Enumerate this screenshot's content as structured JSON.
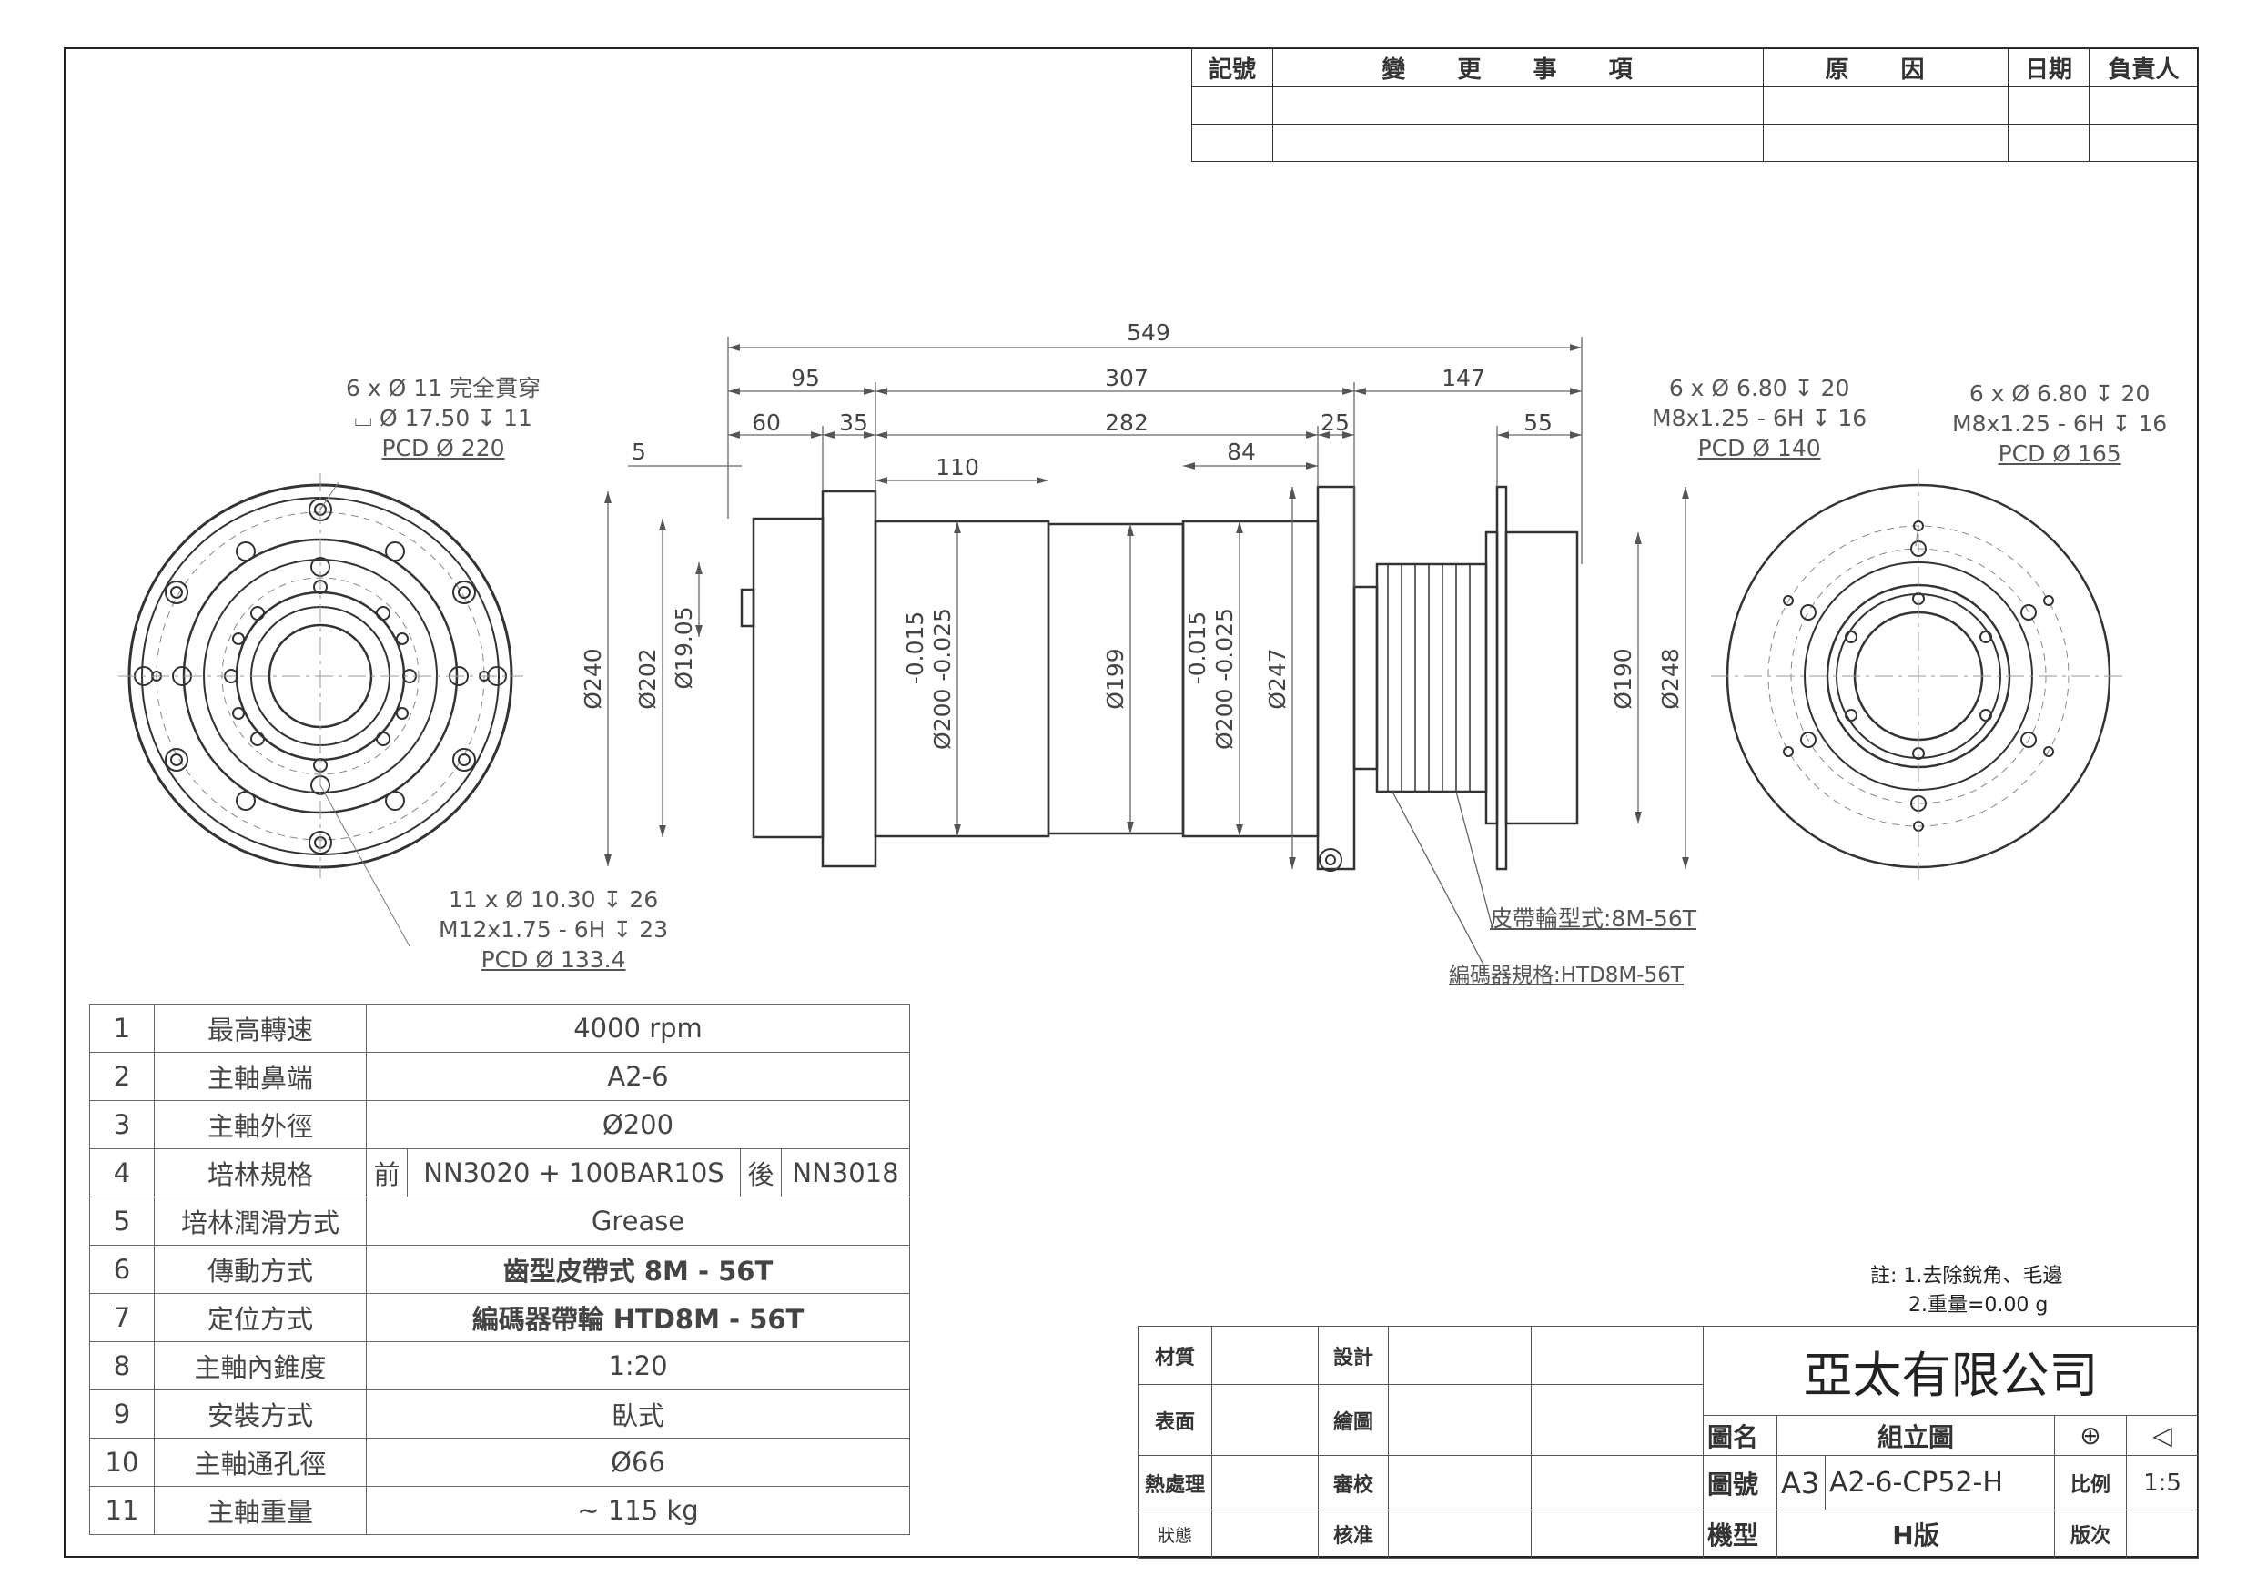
{
  "revision_table": {
    "headers": [
      "記號",
      "變 更 事 項",
      "原 因",
      "日期",
      "負責人"
    ]
  },
  "dimensions": {
    "overall": "549",
    "seg_95": "95",
    "seg_307": "307",
    "seg_147": "147",
    "seg_60": "60",
    "seg_35": "35",
    "seg_282": "282",
    "seg_25": "25",
    "seg_55": "55",
    "seg_5": "5",
    "seg_110": "110",
    "seg_84": "84",
    "d240": "Ø240",
    "d202": "Ø202",
    "d19_05": "Ø19.05",
    "tol_a": "-0.015",
    "tol_b": "Ø200 -0.025",
    "d199": "Ø199",
    "tol_c": "-0.015",
    "tol_d": "Ø200 -0.025",
    "d247": "Ø247",
    "d190": "Ø190",
    "d248": "Ø248"
  },
  "annotations": {
    "left_top": [
      "6 x Ø 11 完全貫穿",
      "⌴ Ø 17.50 ↧ 11",
      "PCD Ø 220"
    ],
    "left_bottom": [
      "11 x Ø 10.30 ↧ 26",
      "M12x1.75 - 6H ↧ 23",
      "PCD Ø 133.4"
    ],
    "right_a": [
      "6 x Ø 6.80 ↧ 20",
      "M8x1.25 - 6H ↧ 16",
      "PCD Ø 140"
    ],
    "right_b": [
      "6 x Ø 6.80 ↧ 20",
      "M8x1.25 - 6H ↧ 16",
      "PCD Ø 165"
    ],
    "pulley": "皮帶輪型式:8M-56T",
    "encoder": "編碼器規格:HTD8M-56T"
  },
  "spec_table": [
    {
      "no": "1",
      "item": "最高轉速",
      "value": "4000 rpm"
    },
    {
      "no": "2",
      "item": "主軸鼻端",
      "value": "A2-6"
    },
    {
      "no": "3",
      "item": "主軸外徑",
      "value": "Ø200"
    },
    {
      "no": "4",
      "item": "培林規格",
      "front_label": "前",
      "front": "NN3020 + 100BAR10S",
      "rear_label": "後",
      "rear": "NN3018"
    },
    {
      "no": "5",
      "item": "培林潤滑方式",
      "value": "Grease"
    },
    {
      "no": "6",
      "item": "傳動方式",
      "value": "齒型皮帶式  8M - 56T"
    },
    {
      "no": "7",
      "item": "定位方式",
      "value": "編碼器帶輪  HTD8M - 56T"
    },
    {
      "no": "8",
      "item": "主軸內錐度",
      "value": "1:20"
    },
    {
      "no": "9",
      "item": "安裝方式",
      "value": "臥式"
    },
    {
      "no": "10",
      "item": "主軸通孔徑",
      "value": "Ø66"
    },
    {
      "no": "11",
      "item": "主軸重量",
      "value": "~ 115 kg"
    }
  ],
  "notes": {
    "line1": "註: 1.去除銳角、毛邊",
    "line2": "2.重量=0.00 g"
  },
  "title_block": {
    "material": "材質",
    "surface": "表面",
    "heat": "熱處理",
    "state": "狀態",
    "design": "設計",
    "drawn": "繪圖",
    "check": "審校",
    "approve": "核准",
    "company": "亞太有限公司",
    "name_label": "圖名",
    "name_value": "組立圖",
    "no_label": "圖號",
    "size": "A3",
    "no_value": "A2-6-CP52-H",
    "scale_label": "比例",
    "scale_value": "1:5",
    "model_label": "機型",
    "model_value": "H版",
    "version_label": "版次"
  }
}
